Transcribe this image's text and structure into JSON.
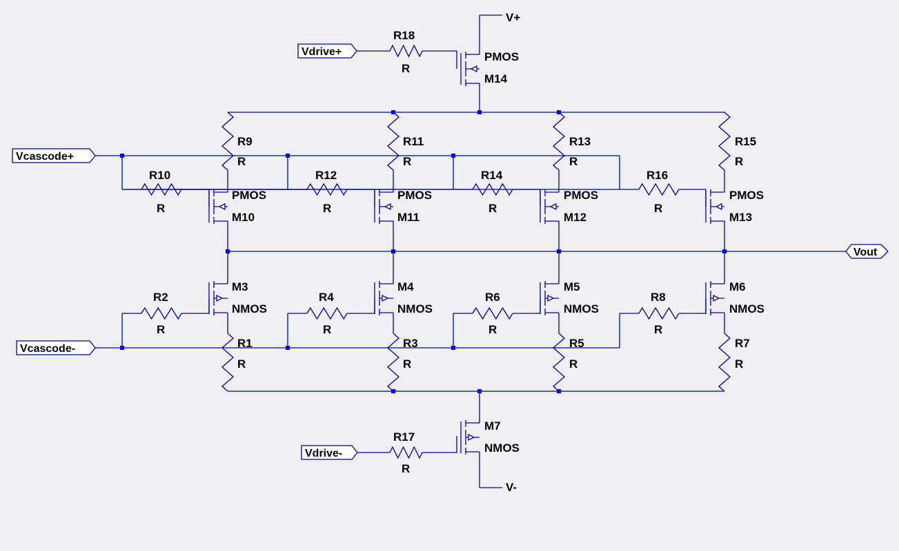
{
  "colors": {
    "background": "#f0eff4",
    "wire": "#0000aa",
    "junction": "#0000ff",
    "text": "#000000"
  },
  "ports": {
    "vdrive_pos": "Vdrive+",
    "vdrive_neg": "Vdrive-",
    "vcascode_pos": "Vcascode+",
    "vcascode_neg": "Vcascode-",
    "vout": "Vout",
    "vplus": "V+",
    "vminus": "V-"
  },
  "resistors": {
    "r1": {
      "name": "R1",
      "value": "R"
    },
    "r2": {
      "name": "R2",
      "value": "R"
    },
    "r3": {
      "name": "R3",
      "value": "R"
    },
    "r4": {
      "name": "R4",
      "value": "R"
    },
    "r5": {
      "name": "R5",
      "value": "R"
    },
    "r6": {
      "name": "R6",
      "value": "R"
    },
    "r7": {
      "name": "R7",
      "value": "R"
    },
    "r8": {
      "name": "R8",
      "value": "R"
    },
    "r9": {
      "name": "R9",
      "value": "R"
    },
    "r10": {
      "name": "R10",
      "value": "R"
    },
    "r11": {
      "name": "R11",
      "value": "R"
    },
    "r12": {
      "name": "R12",
      "value": "R"
    },
    "r13": {
      "name": "R13",
      "value": "R"
    },
    "r14": {
      "name": "R14",
      "value": "R"
    },
    "r15": {
      "name": "R15",
      "value": "R"
    },
    "r16": {
      "name": "R16",
      "value": "R"
    },
    "r17": {
      "name": "R17",
      "value": "R"
    },
    "r18": {
      "name": "R18",
      "value": "R"
    }
  },
  "transistors": {
    "m3": {
      "name": "M3",
      "type": "NMOS"
    },
    "m4": {
      "name": "M4",
      "type": "NMOS"
    },
    "m5": {
      "name": "M5",
      "type": "NMOS"
    },
    "m6": {
      "name": "M6",
      "type": "NMOS"
    },
    "m7": {
      "name": "M7",
      "type": "NMOS"
    },
    "m10": {
      "name": "M10",
      "type": "PMOS"
    },
    "m11": {
      "name": "M11",
      "type": "PMOS"
    },
    "m12": {
      "name": "M12",
      "type": "PMOS"
    },
    "m13": {
      "name": "M13",
      "type": "PMOS"
    },
    "m14": {
      "name": "M14",
      "type": "PMOS"
    }
  }
}
